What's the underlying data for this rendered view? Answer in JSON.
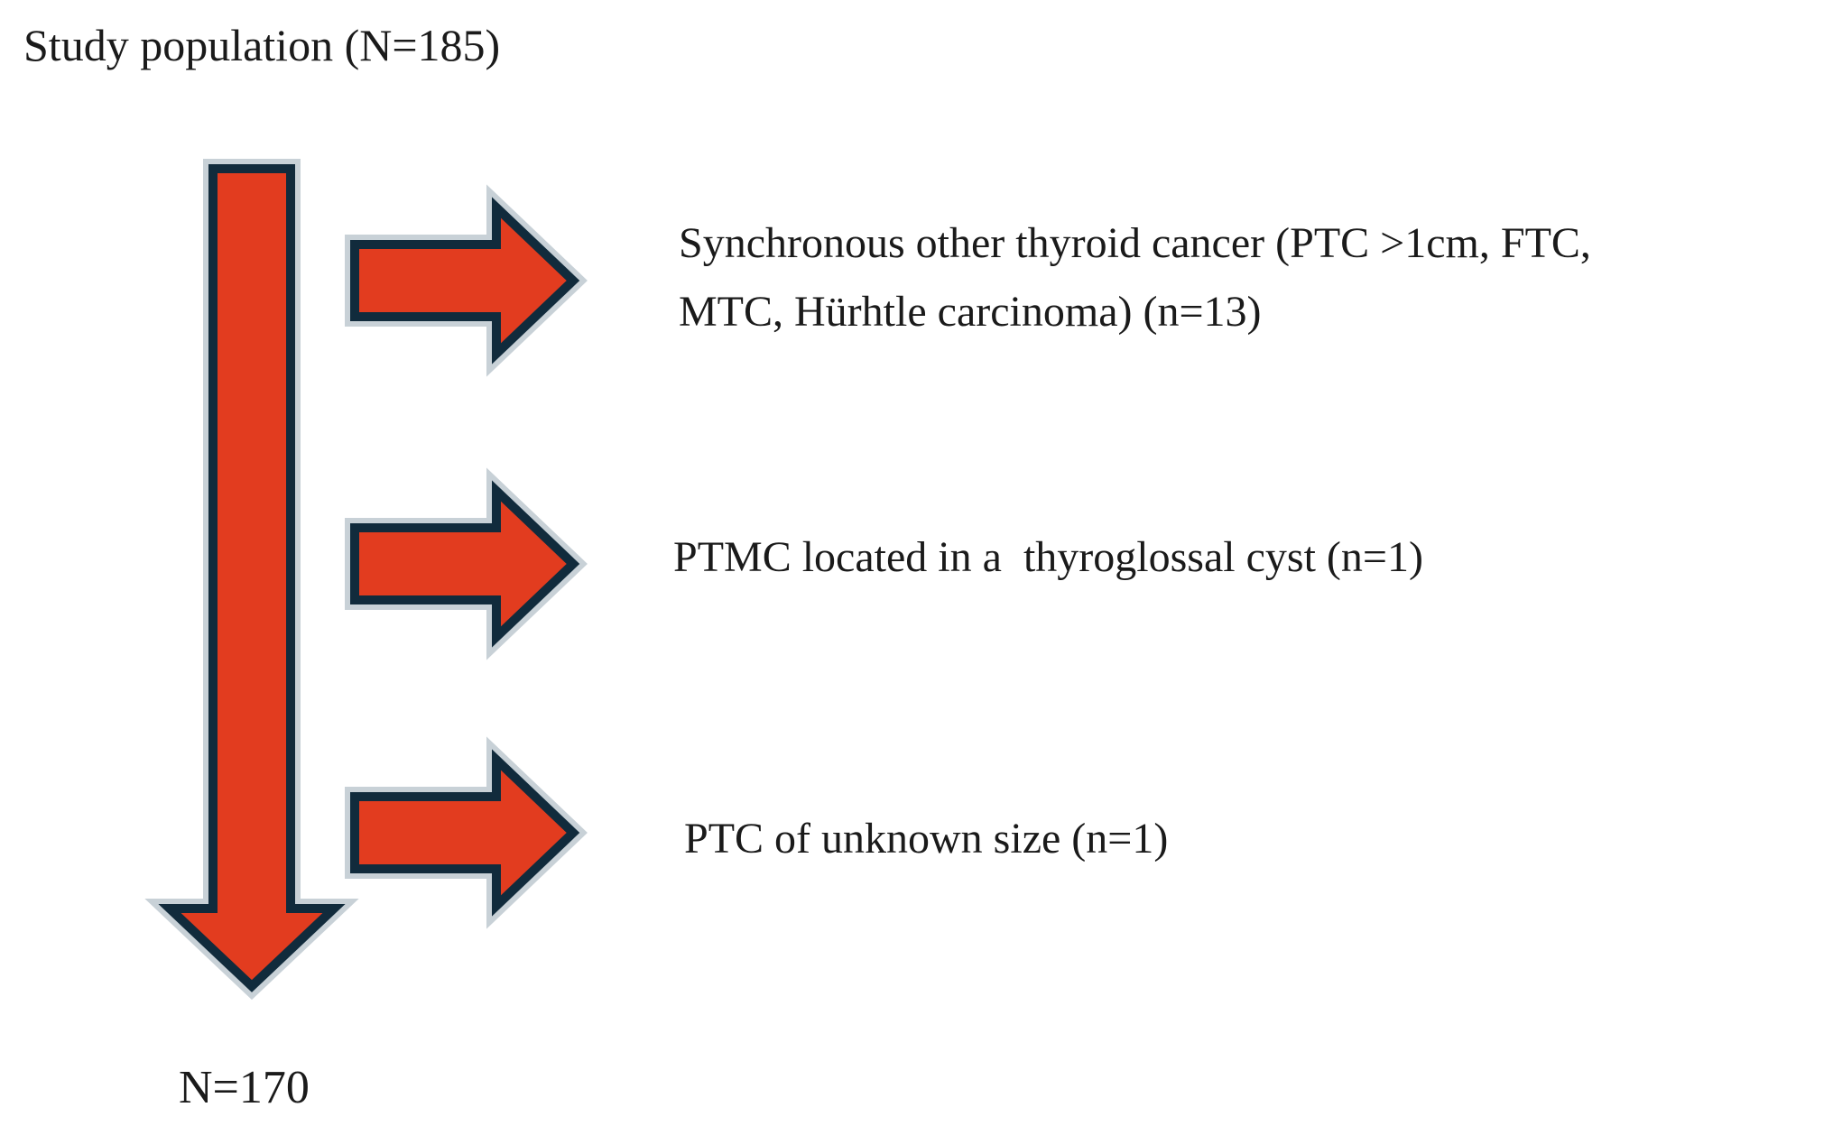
{
  "diagram": {
    "title": "Study population (N=185)",
    "branches": [
      {
        "label": "Synchronous other thyroid cancer (PTC >1cm, FTC,\nMTC, Hürhtle carcinoma) (n=13)"
      },
      {
        "label": "PTMC located in a  thyroglossal cyst (n=1)"
      },
      {
        "label": "PTC of unknown size (n=1)"
      }
    ],
    "result": "N=170",
    "colors": {
      "background": "#ffffff",
      "text": "#1a1a1a",
      "arrow_fill": "#e23c1f",
      "arrow_outline": "#112b3c",
      "arrow_halo": "#c8d1d7"
    }
  }
}
